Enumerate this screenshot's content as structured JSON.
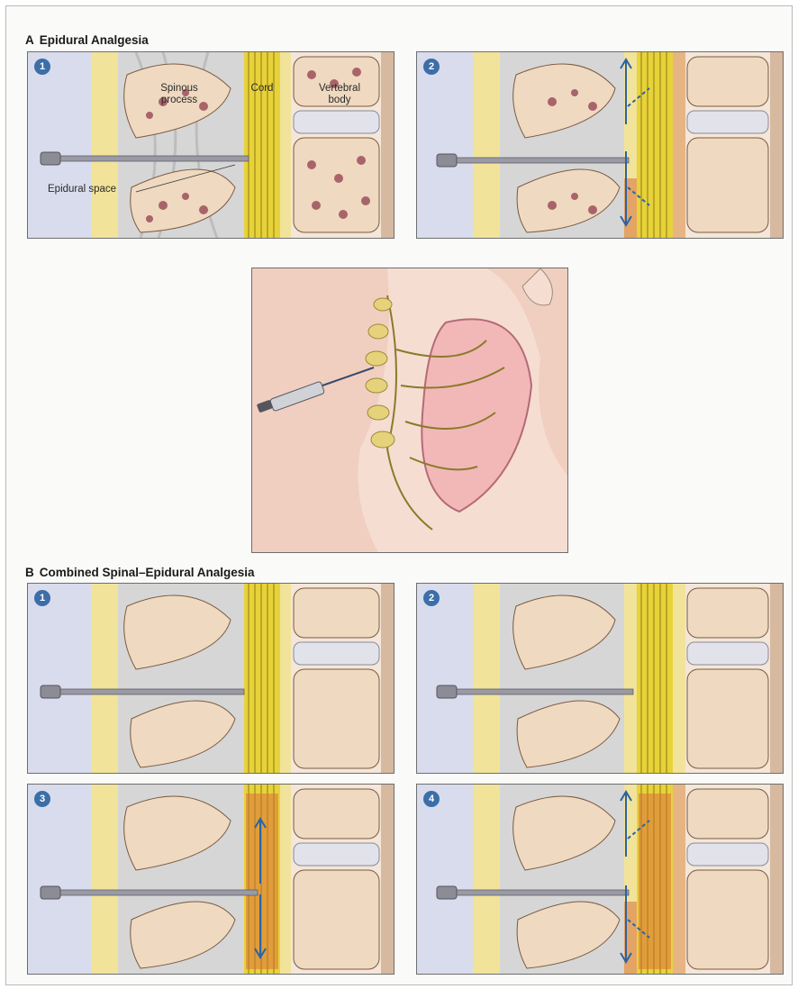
{
  "section_a": {
    "letter": "A",
    "title": "Epidural Analgesia"
  },
  "section_b": {
    "letter": "B",
    "title": "Combined Spinal–Epidural Analgesia"
  },
  "labels": {
    "spinous_line1": "Spinous",
    "spinous_line2": "process",
    "cord": "Cord",
    "vertebral_line1": "Vertebral",
    "vertebral_line2": "body",
    "epidural_space": "Epidural space"
  },
  "steps": {
    "one": "1",
    "two": "2",
    "three": "3",
    "four": "4"
  },
  "colors": {
    "badge": "#3c6ea8",
    "arrow": "#2a63a6",
    "cord_yellow": "#e8d23a",
    "bone": "#efd9c0",
    "marrow": "#a8646a",
    "fat": "#f2e39a",
    "skin": "#d9dcec",
    "anesthetic": "#d8713a"
  },
  "icons": {
    "needle": "needle-icon",
    "syringe": "syringe-icon",
    "flow_arrow": "arrow-icon"
  }
}
